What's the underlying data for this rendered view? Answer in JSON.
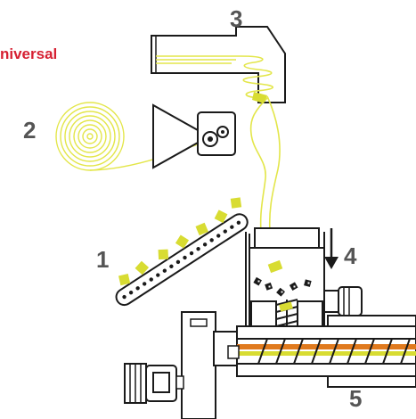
{
  "caption": "niversal",
  "labels": {
    "l1": "1",
    "l2": "2",
    "l3": "3",
    "l4": "4",
    "l5": "5"
  },
  "colors": {
    "accent": "#d8dc32",
    "fiber": "#e3e64a",
    "caption": "#d62032",
    "outline": "#1a1a1a",
    "label": "#555555",
    "melt": "#e07a1e"
  }
}
